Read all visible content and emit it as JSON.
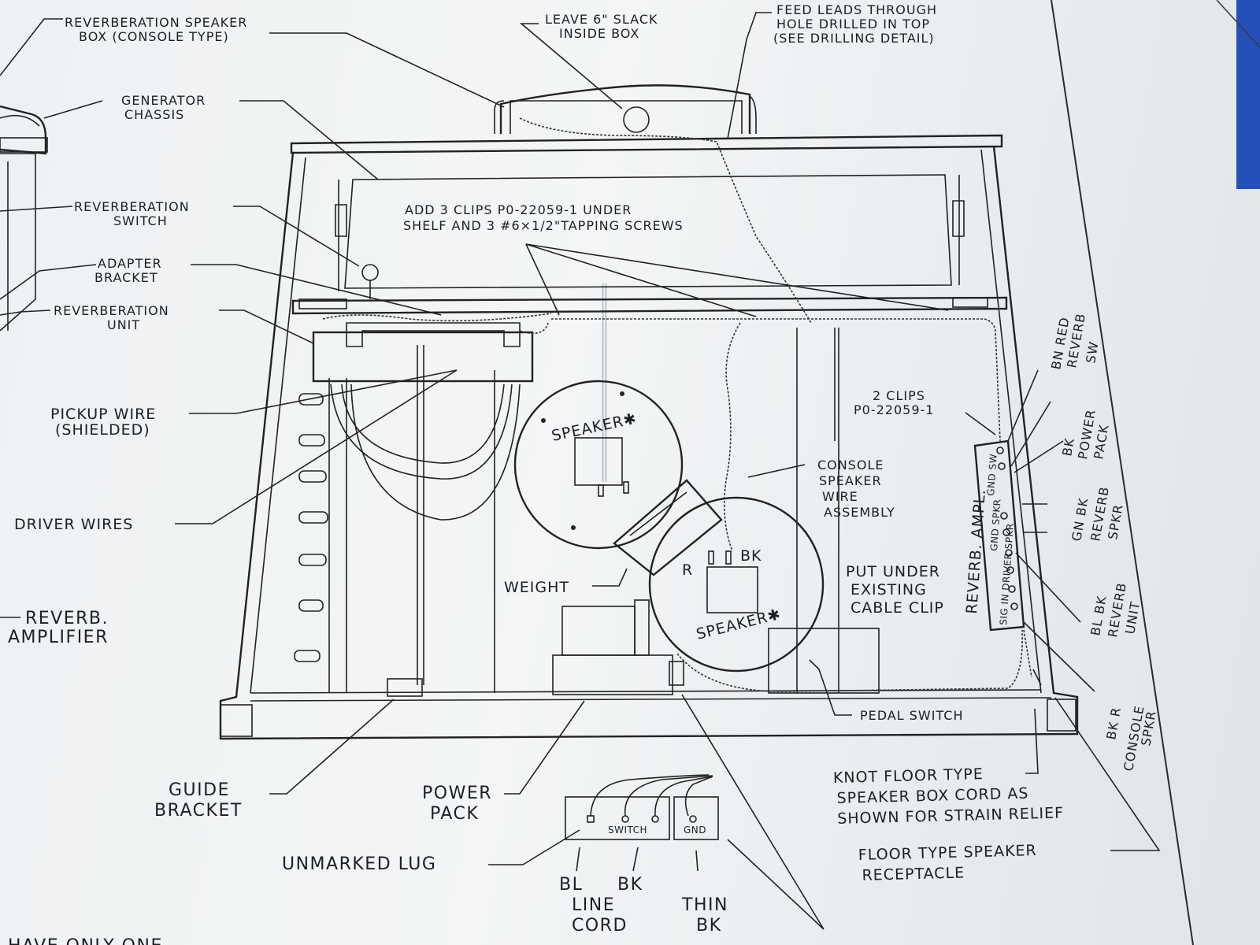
{
  "labels": {
    "rev_speaker_box_1": "REVERBERATION SPEAKER",
    "rev_speaker_box_2": "BOX (CONSOLE TYPE)",
    "leave_slack_1": "LEAVE 6\" SLACK",
    "leave_slack_2": "INSIDE BOX",
    "feed_leads_1": "FEED LEADS THROUGH",
    "feed_leads_2": "HOLE DRILLED IN TOP",
    "feed_leads_3": "(SEE DRILLING DETAIL)",
    "generator_1": "GENERATOR",
    "generator_2": "CHASSIS",
    "rev_switch_1": "REVERBERATION",
    "rev_switch_2": "SWITCH",
    "adapter_1": "ADAPTER",
    "adapter_2": "BRACKET",
    "rev_unit_1": "REVERBERATION",
    "rev_unit_2": "UNIT",
    "pickup_1": "PICKUP WIRE",
    "pickup_2": "(SHIELDED)",
    "driver_wires": "DRIVER WIRES",
    "reverb_amp_1": "REVERB.",
    "reverb_amp_2": "AMPLIFIER",
    "add_clips_1": "ADD 3 CLIPS P0-22059-1 UNDER",
    "add_clips_2": "SHELF AND 3 #6×1/2\"TAPPING SCREWS",
    "two_clips_1": "2 CLIPS",
    "two_clips_2": "P0-22059-1",
    "speaker_top": "SPEAKER✱",
    "speaker_bottom": "SPEAKER✱",
    "r": "R",
    "bk": "BK",
    "console_1": "CONSOLE",
    "console_2": "SPEAKER",
    "console_3": "WIRE",
    "console_4": "ASSEMBLY",
    "put_under_1": "PUT UNDER",
    "put_under_2": "EXISTING",
    "put_under_3": "CABLE CLIP",
    "weight": "WEIGHT",
    "pedal_switch": "PEDAL SWITCH",
    "guide_1": "GUIDE",
    "guide_2": "BRACKET",
    "power_1": "POWER",
    "power_2": "PACK",
    "unmarked_lug": "UNMARKED LUG",
    "switch": "SWITCH",
    "gnd": "GND",
    "bl": "BL",
    "bk2": "BK",
    "line_1": "LINE",
    "line_2": "CORD",
    "thin_1": "THIN",
    "thin_2": "BK",
    "knot_1": "KNOT FLOOR TYPE",
    "knot_2": "SPEAKER BOX CORD AS",
    "knot_3": "SHOWN FOR STRAIN RELIEF",
    "floor_rec_1": "FLOOR TYPE SPEAKER",
    "floor_rec_2": "RECEPTACLE",
    "reverb_ampl": "REVERB. AMPL.",
    "term_gnd_sw": "GND SW",
    "term_gnd_spkr": "GND SPKR",
    "term_sig_driver": "SIG IN DRIVER SPKR",
    "bn_red_1": "BN RED",
    "bn_red_2": "REVERB",
    "bn_red_3": "SW",
    "bk_power_1": "BK",
    "bk_power_2": "POWER",
    "bk_power_3": "PACK",
    "gn_bk_1": "GN BK",
    "gn_bk_2": "REVERB",
    "gn_bk_3": "SPKR",
    "bl_bk_1": "BL BK",
    "bl_bk_2": "REVERB",
    "bl_bk_3": "UNIT",
    "bk_r_1": "BK R",
    "bk_r_2": "CONSOLE",
    "bk_r_3": "SPKR",
    "bottom_cut": "HAVE ONLY ONE"
  }
}
